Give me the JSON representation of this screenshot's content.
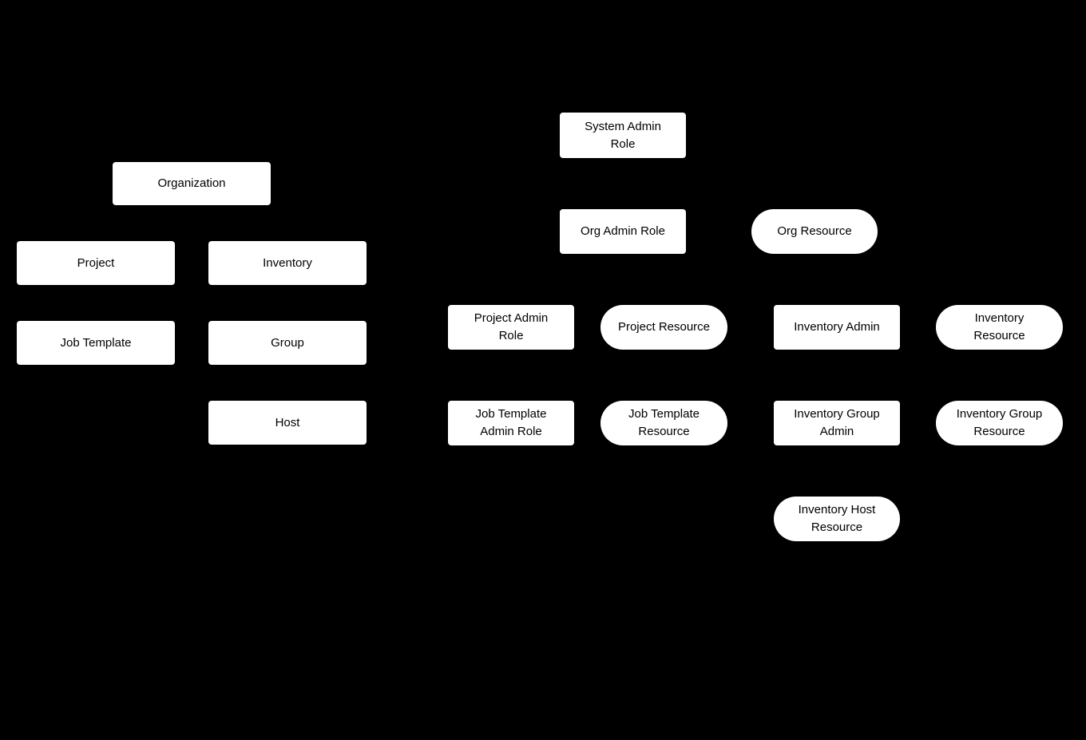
{
  "diagram": {
    "background_color": "#000000",
    "node_fill_color": "#ffffff",
    "node_text_color": "#000000",
    "nodes": [
      {
        "id": "organization",
        "label": "Organization",
        "shape": "rectangle"
      },
      {
        "id": "project",
        "label": "Project",
        "shape": "rectangle"
      },
      {
        "id": "inventory",
        "label": "Inventory",
        "shape": "rectangle"
      },
      {
        "id": "job-template",
        "label": "Job Template",
        "shape": "rectangle"
      },
      {
        "id": "group",
        "label": "Group",
        "shape": "rectangle"
      },
      {
        "id": "host",
        "label": "Host",
        "shape": "rectangle"
      },
      {
        "id": "system-admin-role",
        "label": [
          "System Admin",
          "Role"
        ],
        "shape": "rectangle"
      },
      {
        "id": "org-admin-role",
        "label": "Org Admin Role",
        "shape": "rectangle"
      },
      {
        "id": "org-resource",
        "label": "Org Resource",
        "shape": "rounded"
      },
      {
        "id": "project-admin-role",
        "label": [
          "Project Admin",
          "Role"
        ],
        "shape": "rectangle"
      },
      {
        "id": "project-resource",
        "label": "Project Resource",
        "shape": "rounded"
      },
      {
        "id": "inventory-admin",
        "label": "Inventory Admin",
        "shape": "rectangle"
      },
      {
        "id": "inventory-resource",
        "label": [
          "Inventory",
          "Resource"
        ],
        "shape": "rounded"
      },
      {
        "id": "job-template-admin-role",
        "label": [
          "Job Template",
          "Admin Role"
        ],
        "shape": "rectangle"
      },
      {
        "id": "job-template-resource",
        "label": [
          "Job Template",
          "Resource"
        ],
        "shape": "rounded"
      },
      {
        "id": "inventory-group-admin",
        "label": [
          "Inventory Group",
          "Admin"
        ],
        "shape": "rectangle"
      },
      {
        "id": "inventory-group-resource",
        "label": [
          "Inventory Group",
          "Resource"
        ],
        "shape": "rounded"
      },
      {
        "id": "inventory-host-resource",
        "label": [
          "Inventory Host",
          "Resource"
        ],
        "shape": "rounded"
      }
    ]
  }
}
